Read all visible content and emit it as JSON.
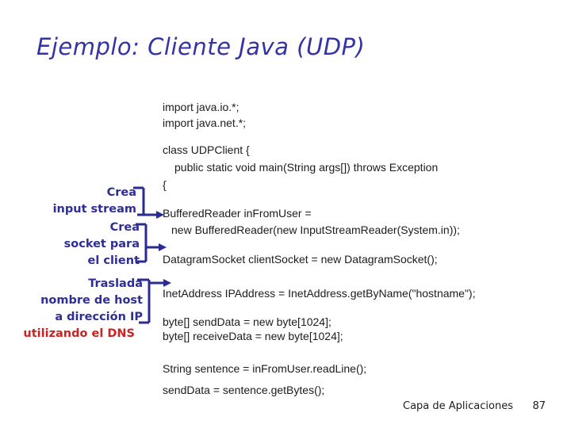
{
  "slide": {
    "title": "Ejemplo: Cliente Java (UDP)",
    "footer": {
      "section": "Capa de Aplicaciones",
      "page": "87"
    }
  },
  "colors": {
    "title_blue": "#3333a6",
    "annotation_blue": "#2e2e96",
    "accent_red": "#cc2222",
    "code_black": "#1c1c1c"
  },
  "code": {
    "import_io": "import java.io.*;",
    "import_net": "import java.net.*;",
    "class_decl": "class UDPClient {",
    "main_decl": "public static void main(String args[]) throws Exception",
    "open_brace": "{",
    "buffered_reader_1": "BufferedReader inFromUser =",
    "buffered_reader_2": "new BufferedReader(new InputStreamReader(System.in));",
    "datagram_socket": "DatagramSocket clientSocket = new DatagramSocket();",
    "inet_address": "InetAddress IPAddress = InetAddress.getByName(\"hostname\");",
    "send_data": "byte[] sendData = new byte[1024];",
    "receive_data": "byte[] receiveData = new byte[1024];",
    "sentence": "String sentence = inFromUser.readLine();",
    "get_bytes": "sendData = sentence.getBytes();"
  },
  "annotations": {
    "create_input_stream": {
      "lines": [
        "Crea",
        "input stream"
      ]
    },
    "create_client_socket": {
      "lines": [
        "Crea",
        "socket para",
        "el client"
      ]
    },
    "translate_hostname": {
      "lines": [
        "Traslada",
        "nombre de host",
        "a dirección IP"
      ]
    },
    "dns_note": "utilizando el DNS"
  }
}
